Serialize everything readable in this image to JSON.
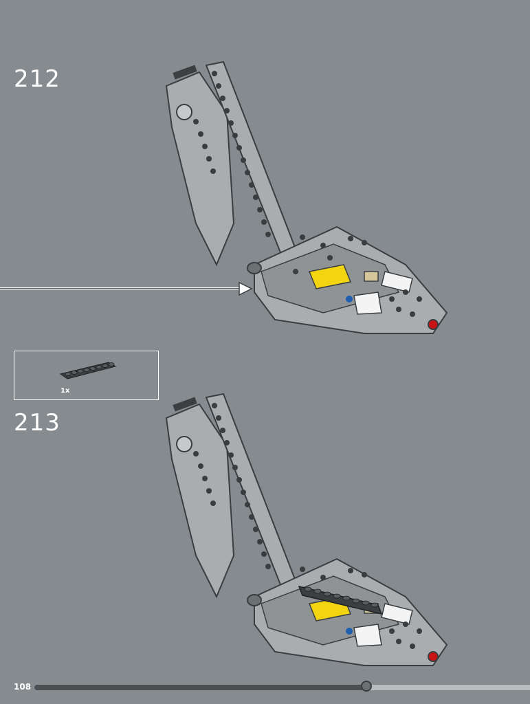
{
  "steps": [
    {
      "number": "212"
    },
    {
      "number": "213"
    }
  ],
  "parts_callout": {
    "quantity": "1x",
    "part_color": "#3c3f42"
  },
  "footer": {
    "page_number": "108",
    "progress_fraction": 0.67
  },
  "colors": {
    "background": "#858b8e",
    "light_gray": "#a9adb0",
    "dark_gray": "#4a4d50",
    "yellow": "#f2d410",
    "tan": "#d6c79b",
    "white": "#f4f4f4",
    "red": "#c81414",
    "blue": "#1f5fb0"
  }
}
